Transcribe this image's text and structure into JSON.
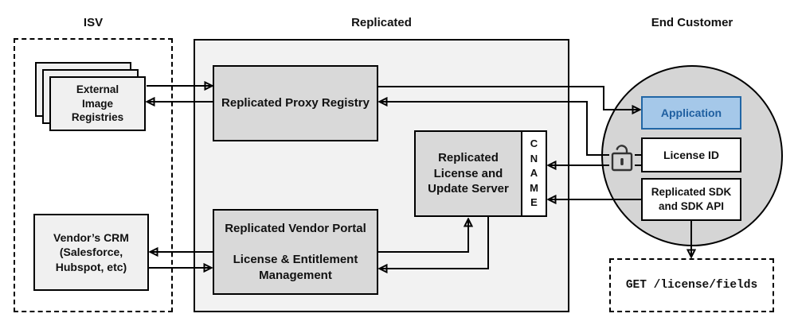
{
  "colors": {
    "panel_fill": "#f2f2f2",
    "node_fill": "#d9d9d9",
    "light_node_fill": "#f0f0f0",
    "circle_fill": "#d5d5d5",
    "app_fill": "#a5c8e9",
    "app_border": "#2166a5",
    "app_text": "#1f5fa0",
    "line": "#000000"
  },
  "sections": {
    "isv": {
      "title": "ISV"
    },
    "replicated": {
      "title": "Replicated"
    },
    "end_customer": {
      "title": "End Customer"
    }
  },
  "nodes": {
    "external_registries": {
      "label": "External\nImage\nRegistries"
    },
    "vendor_crm": {
      "label": "Vendor’s CRM\n(Salesforce,\nHubspot, etc)"
    },
    "proxy_registry": {
      "label": "Replicated Proxy Registry"
    },
    "license_update_server": {
      "label": "Replicated\nLicense and\nUpdate Server"
    },
    "cname": {
      "label": "CNAME"
    },
    "vendor_portal": {
      "label": "Replicated Vendor Portal\n\nLicense & Entitlement\nManagement"
    },
    "application": {
      "label": "Application"
    },
    "license_id": {
      "label": "License ID"
    },
    "replicated_sdk": {
      "label": "Replicated SDK\nand SDK API"
    },
    "get_license_fields": {
      "label": "GET /license/fields"
    }
  },
  "icons": {
    "unlock_icon": "open-padlock"
  },
  "edges": [
    {
      "from": "external-image-registries",
      "to": "replicated-proxy-registry"
    },
    {
      "from": "replicated-proxy-registry",
      "to": "external-image-registries"
    },
    {
      "from": "replicated-proxy-registry",
      "to": "application"
    },
    {
      "from": "license-id",
      "to": "replicated-proxy-registry"
    },
    {
      "from": "license-id",
      "to": "cname"
    },
    {
      "from": "replicated-sdk",
      "to": "cname"
    },
    {
      "from": "vendor-portal",
      "to": "vendor-crm"
    },
    {
      "from": "vendor-crm",
      "to": "vendor-portal"
    },
    {
      "from": "vendor-portal",
      "to": "license-update-server"
    },
    {
      "from": "license-update-server",
      "to": "vendor-portal"
    },
    {
      "from": "replicated-sdk",
      "to": "get-license-fields"
    }
  ]
}
